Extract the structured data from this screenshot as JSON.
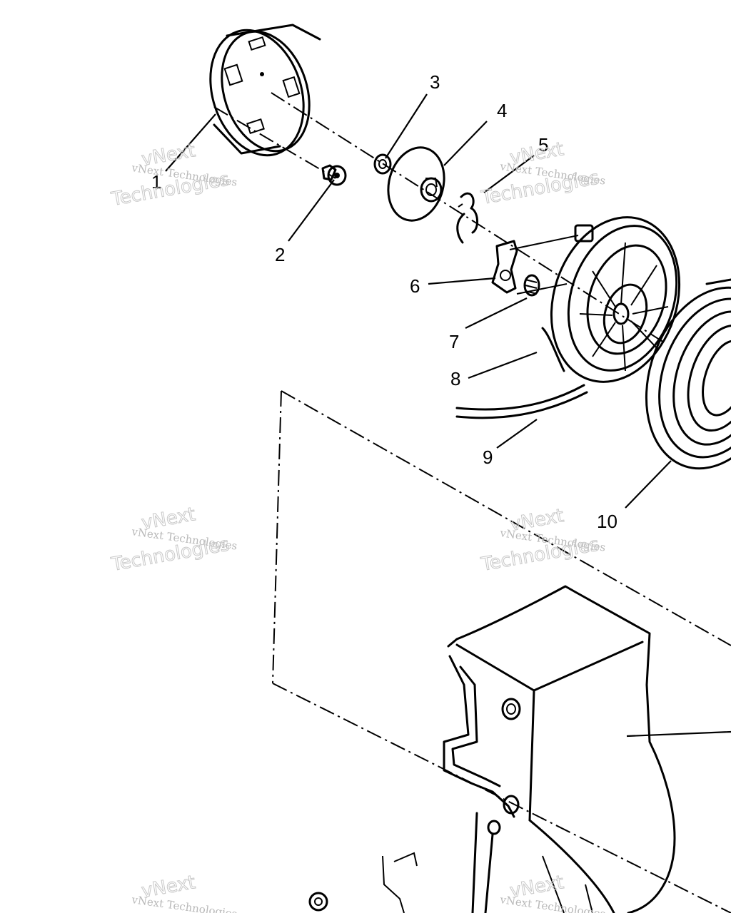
{
  "callouts": [
    {
      "id": "1",
      "label": "1"
    },
    {
      "id": "2",
      "label": "2"
    },
    {
      "id": "3",
      "label": "3"
    },
    {
      "id": "4",
      "label": "4"
    },
    {
      "id": "5",
      "label": "5"
    },
    {
      "id": "6",
      "label": "6"
    },
    {
      "id": "7",
      "label": "7"
    },
    {
      "id": "8",
      "label": "8"
    },
    {
      "id": "9",
      "label": "9"
    },
    {
      "id": "10",
      "label": "10"
    }
  ],
  "watermark": {
    "line1": "vNext Technologies",
    "line2": "vNext",
    "line3": "Technologies"
  }
}
